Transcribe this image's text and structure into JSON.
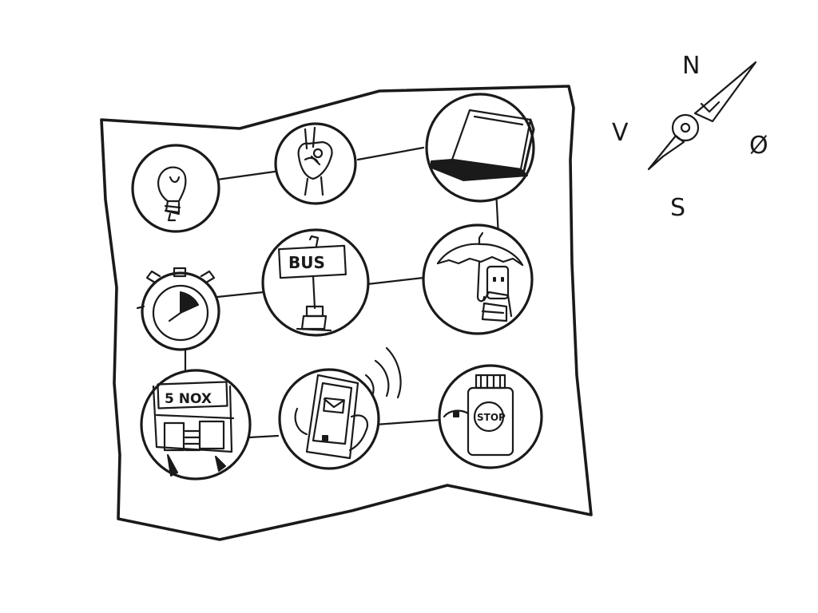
{
  "diagram": {
    "nodes": [
      {
        "id": "lightbulb",
        "icon": "lightbulb-icon"
      },
      {
        "id": "hand-keys",
        "icon": "hand-with-keys-icon"
      },
      {
        "id": "laptop",
        "icon": "laptop-icon"
      },
      {
        "id": "stopwatch",
        "icon": "stopwatch-icon"
      },
      {
        "id": "bus-stop",
        "icon": "bus-stop-sign-icon",
        "label": "BUS"
      },
      {
        "id": "umbrella-person",
        "icon": "person-with-umbrella-icon"
      },
      {
        "id": "shop",
        "icon": "storefront-icon",
        "label": "5 NOX"
      },
      {
        "id": "phone",
        "icon": "phone-with-message-icon"
      },
      {
        "id": "stop-can",
        "icon": "stop-can-icon",
        "label": "STOP"
      }
    ],
    "edges": [
      [
        "lightbulb",
        "hand-keys"
      ],
      [
        "hand-keys",
        "laptop"
      ],
      [
        "laptop",
        "umbrella-person"
      ],
      [
        "stopwatch",
        "bus-stop"
      ],
      [
        "bus-stop",
        "umbrella-person"
      ],
      [
        "stopwatch",
        "shop"
      ],
      [
        "shop",
        "phone"
      ],
      [
        "phone",
        "stop-can"
      ]
    ]
  },
  "compass": {
    "north": "N",
    "south": "S",
    "west": "V",
    "east": "Ø"
  }
}
